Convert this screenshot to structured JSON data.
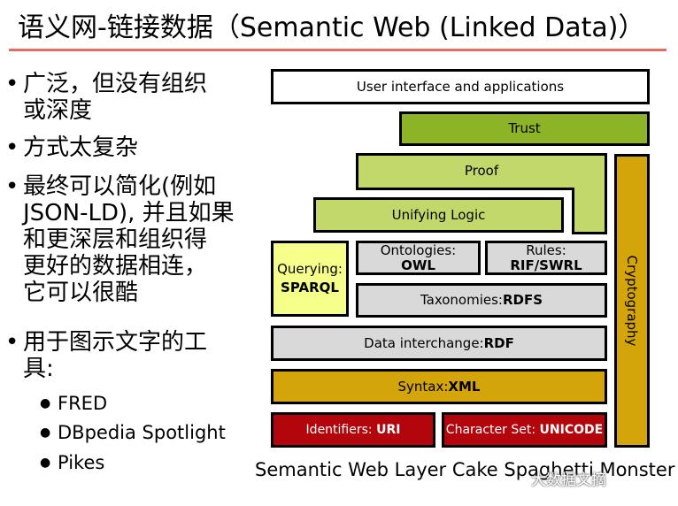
{
  "title": "语义网-链接数据（Semantic Web (Linked Data)）",
  "bullets": [
    {
      "text": "广泛，但没有组织\n或深度"
    },
    {
      "text": "方式太复杂"
    },
    {
      "text": "最终可以简化(例如\nJSON-LD), 并且如果\n和更深层和组织得\n更好的数据相连，\n它可以很酷"
    },
    {
      "text": "用于图示文字的工\n具:"
    }
  ],
  "tools": [
    "FRED",
    "DBpedia Spotlight",
    "Pikes"
  ],
  "diagram": {
    "ui": "User interface and applications",
    "trust": "Trust",
    "proof": "Proof",
    "unifying_logic": "Unifying Logic",
    "querying": {
      "label": "Querying:",
      "value": "SPARQL"
    },
    "ontologies": {
      "label": "Ontologies:",
      "value": "OWL"
    },
    "rules": {
      "label": "Rules:",
      "value": "RIF/SWRL"
    },
    "taxonomies": {
      "label": "Taxonomies:",
      "value": "RDFS"
    },
    "data_interchange": {
      "label": "Data interchange:",
      "value": "RDF"
    },
    "syntax": {
      "label": "Syntax:",
      "value": "XML"
    },
    "identifiers": {
      "label": "Identifiers: ",
      "value": "URI"
    },
    "charset": {
      "label": "Character Set: ",
      "value": "UNICODE"
    },
    "cryptography": "Cryptography"
  },
  "caption": "Semantic Web Layer Cake Spaghetti Monster",
  "watermark": "大数据文摘",
  "colors": {
    "green": "#8db327",
    "light_green": "#c3d86a",
    "yellow": "#f5ff8a",
    "gold": "#d4a40b",
    "red": "#b3050c",
    "gray": "#d9d9d9",
    "title_rule": "#e46c62"
  }
}
